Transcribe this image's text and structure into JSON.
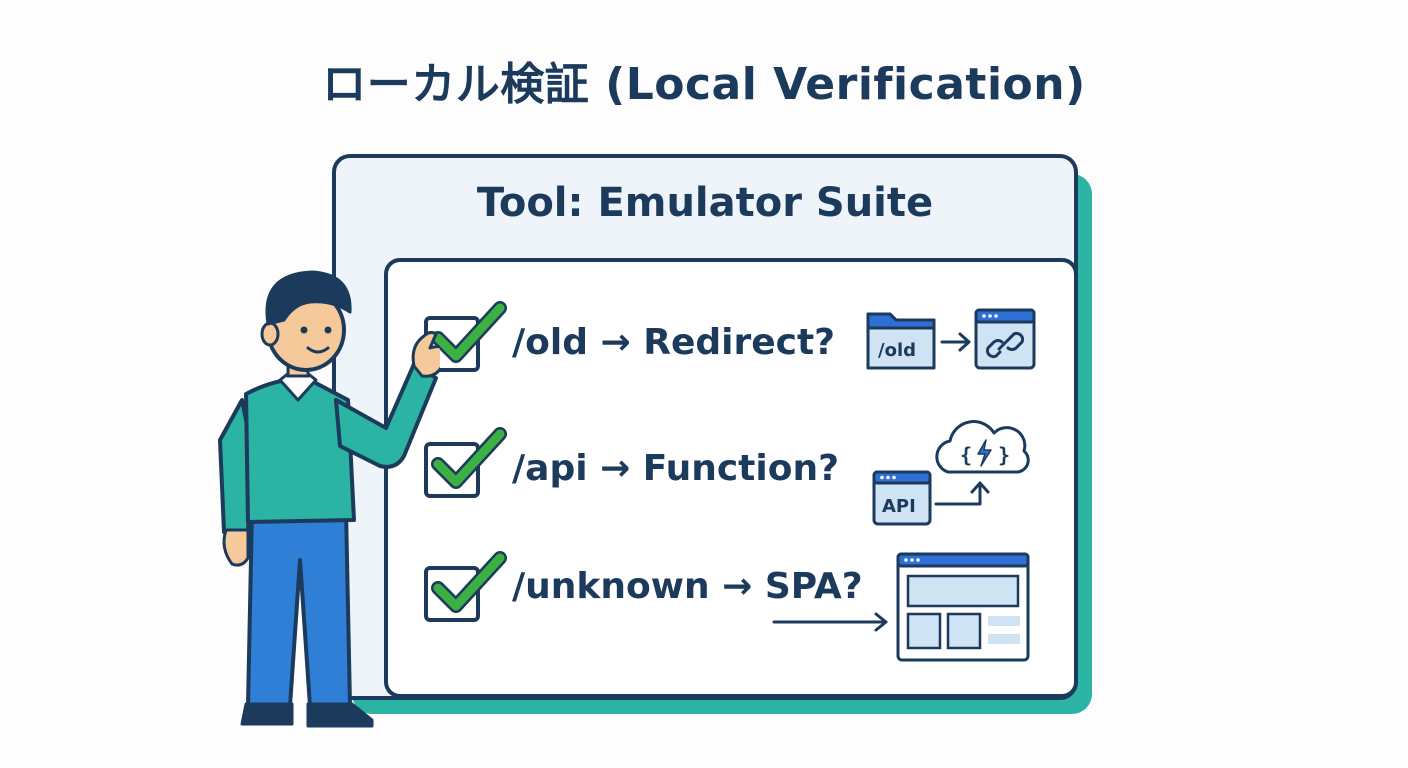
{
  "title": "ローカル検証 (Local Verification)",
  "panel": {
    "header": "Tool: Emulator Suite"
  },
  "checks": [
    {
      "text": "/old → Redirect?",
      "icon": "folder-to-link-icon",
      "icon_label": "/old",
      "checked": true
    },
    {
      "text": "/api → Function?",
      "icon": "api-to-cloud-function-icon",
      "icon_label": "API",
      "checked": true
    },
    {
      "text": "/unknown → SPA?",
      "icon": "spa-browser-window-icon",
      "checked": true
    }
  ],
  "colors": {
    "navy": "#1b3a5c",
    "teal": "#2bb3a3",
    "check_green": "#3cb043",
    "icon_blue": "#2f6fd6",
    "icon_fill": "#cfe3f4"
  }
}
